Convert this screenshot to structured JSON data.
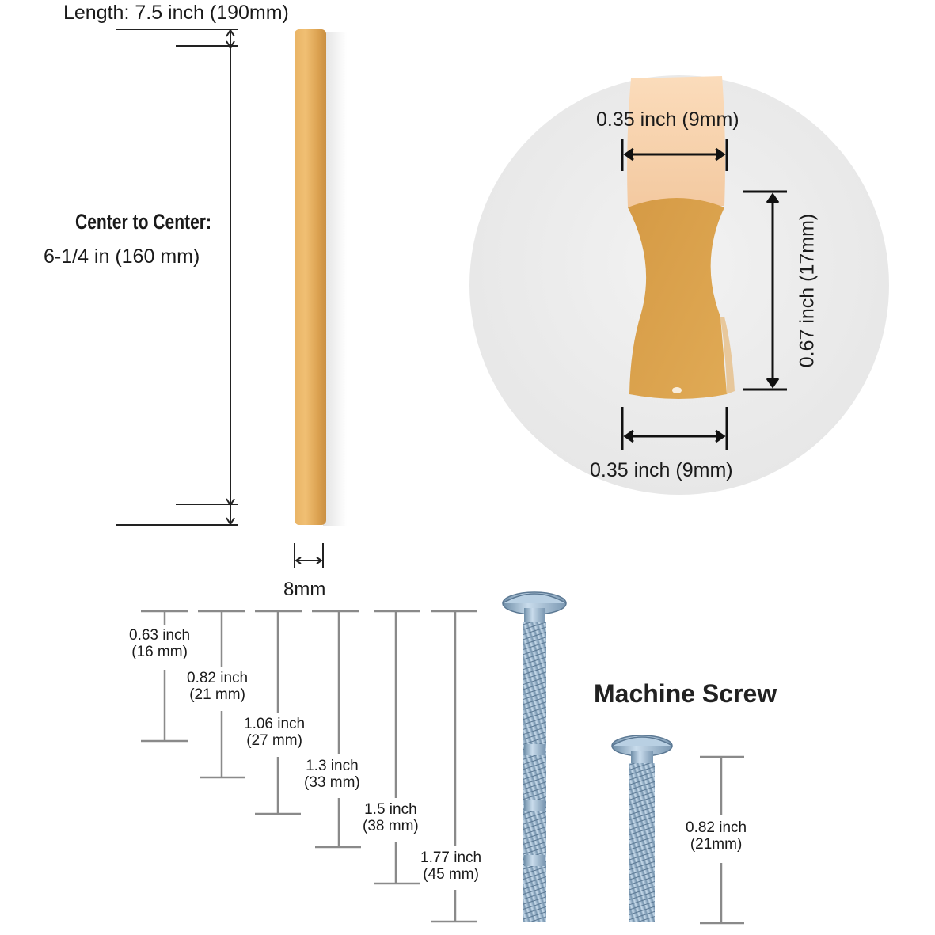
{
  "handle": {
    "length_label": "Length: 7.5 inch (190mm)",
    "center_title": "Center to Center:",
    "center_value": "6-1/4 in (160 mm)",
    "width_label": "8mm",
    "color": "#e3aa56"
  },
  "profile": {
    "top_width_label": "0.35 inch (9mm)",
    "bottom_width_label": "0.35 inch (9mm)",
    "height_label": "0.67 inch (17mm)",
    "circle_color": "#eeeeee",
    "face_color": "#d9a14c",
    "top_color": "#f6d2ac"
  },
  "screw_lengths": [
    {
      "inch": "0.63 inch",
      "mm": "(16 mm)"
    },
    {
      "inch": "0.82 inch",
      "mm": "(21 mm)"
    },
    {
      "inch": "1.06 inch",
      "mm": "(27 mm)"
    },
    {
      "inch": "1.3 inch",
      "mm": "(33 mm)"
    },
    {
      "inch": "1.5 inch",
      "mm": "(38 mm)"
    },
    {
      "inch": "1.77 inch",
      "mm": "(45 mm)"
    }
  ],
  "machine_screw": {
    "title": "Machine Screw",
    "inch": "0.82 inch",
    "mm": "(21mm)",
    "color": "#9ab8d2"
  }
}
